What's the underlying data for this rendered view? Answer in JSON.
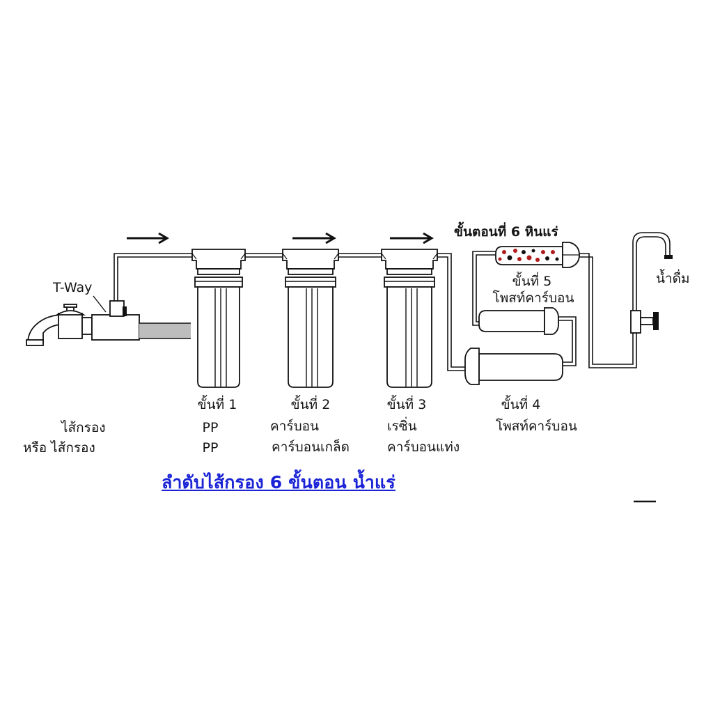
{
  "diagram": {
    "title": "ลำดับไส้กรอง 6 ขั้นตอน น้ำแร่",
    "colors": {
      "line": "#111111",
      "title": "#1a23d6",
      "hose": "#bdbdbd",
      "mineral_red": "#b01c1c"
    },
    "labels": {
      "t_way": "T-Way",
      "drinking_water": "น้ำดื่ม",
      "filter_alt_1": "ไส้กรอง",
      "filter_alt_2": "หรือ ไส้กรอง"
    },
    "stages": [
      {
        "step": "ขั้นที่ 1",
        "line1": "PP",
        "line2": "PP"
      },
      {
        "step": "ขั้นที่ 2",
        "line1": "คาร์บอน",
        "line2": "คาร์บอนเกล็ด"
      },
      {
        "step": "ขั้นที่ 3",
        "line1": "เรซิ่น",
        "line2": "คาร์บอนแท่ง"
      },
      {
        "step": "ขั้นที่ 4",
        "line1": "โพสท์คาร์บอน"
      },
      {
        "step": "ขั้นที่ 5",
        "line1": "โพสท์คาร์บอน"
      },
      {
        "step": "ขั้นตอนที่ 6 หินแร่"
      }
    ],
    "flow_arrows": 3
  }
}
